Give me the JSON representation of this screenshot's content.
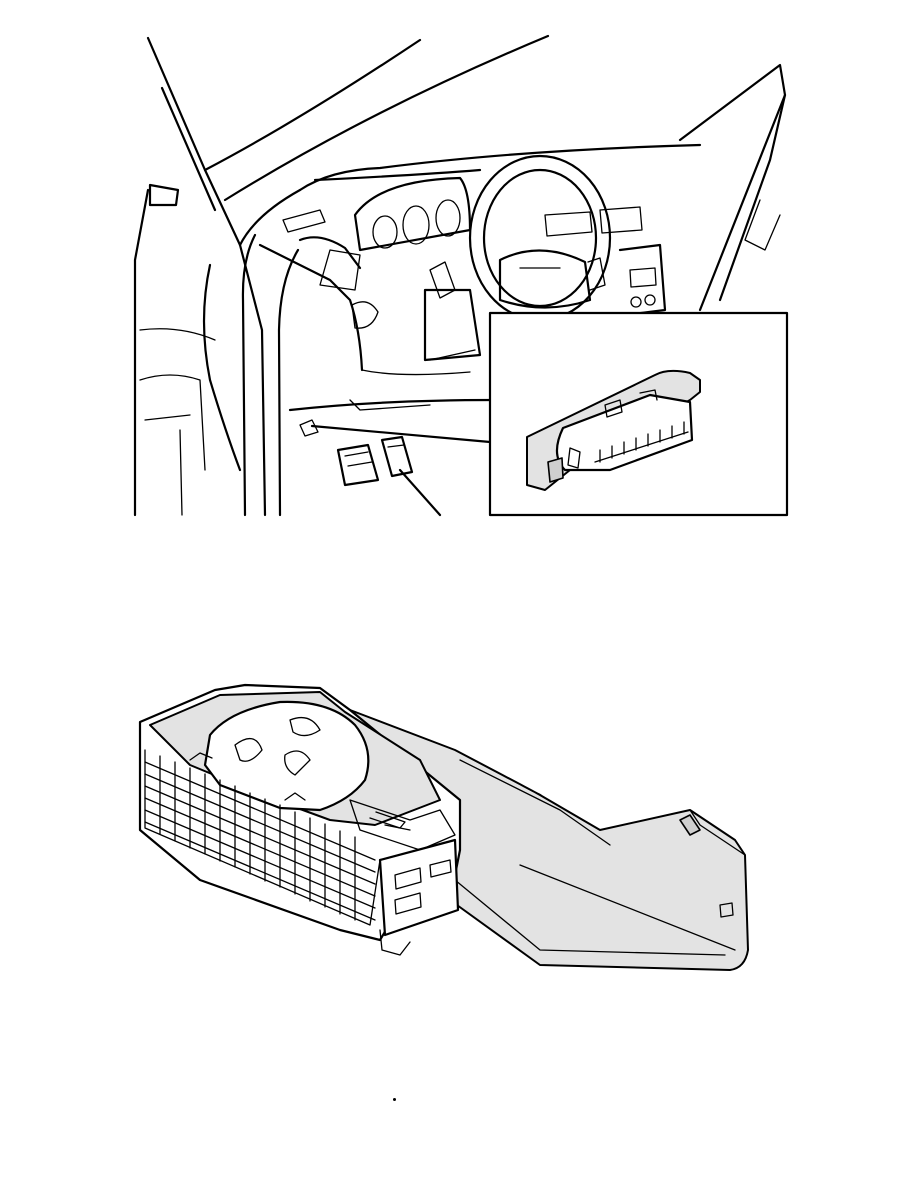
{
  "figures": [
    {
      "id": "top",
      "icon": "car-interior-obd-connector-illustration"
    },
    {
      "id": "bottom",
      "icon": "wiring-connector-module-illustration"
    }
  ],
  "colors": {
    "line": "#000000",
    "shade": "#e3e3e3",
    "background": "#ffffff"
  }
}
